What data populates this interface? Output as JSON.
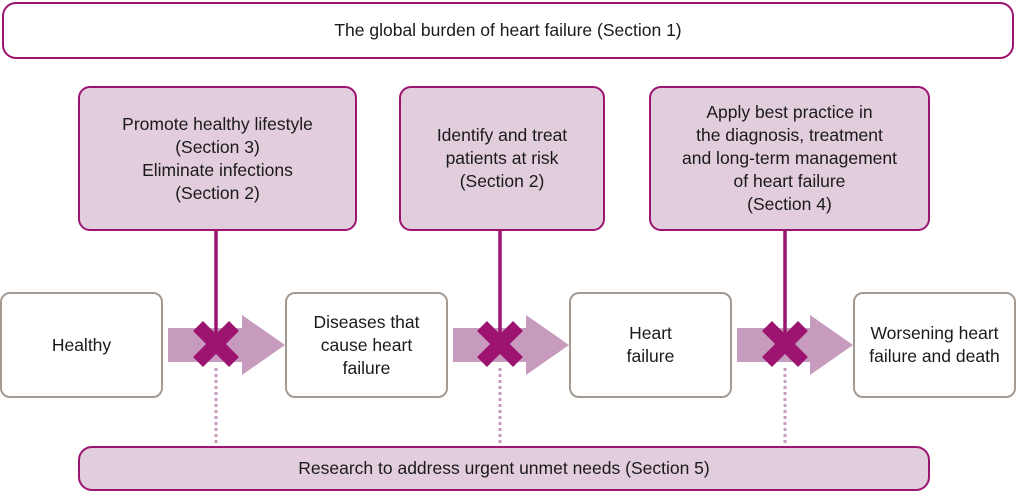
{
  "header": {
    "title": "The global burden of heart failure (Section 1)"
  },
  "actions": [
    {
      "text": "Promote healthy lifestyle\n(Section 3)\nEliminate infections\n(Section 2)"
    },
    {
      "text": "Identify and treat\npatients at risk\n(Section 2)"
    },
    {
      "text": "Apply best practice in\nthe diagnosis, treatment\nand long-term management\nof heart failure\n(Section 4)"
    }
  ],
  "stages": [
    {
      "text": "Healthy"
    },
    {
      "text": "Diseases that\ncause heart\nfailure"
    },
    {
      "text": "Heart\nfailure"
    },
    {
      "text": "Worsening heart\nfailure and death"
    }
  ],
  "footer": {
    "text": "Research to address urgent unmet needs (Section 5)"
  },
  "colors": {
    "accent": "#9c1470",
    "box_fill": "#e2cddd",
    "arrow_fill": "#c79bbd",
    "stage_border": "#a39a93",
    "dotted_line": "#c79bbd"
  }
}
